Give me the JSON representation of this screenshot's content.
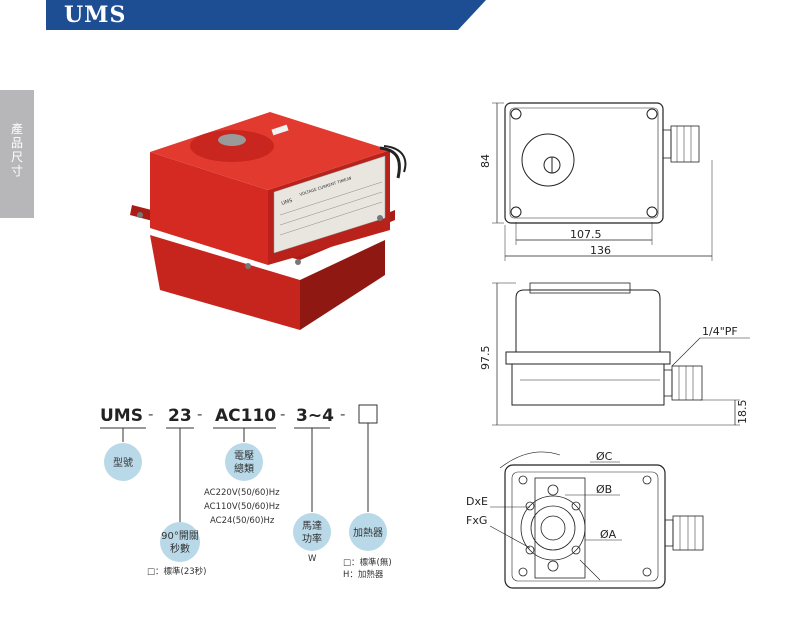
{
  "header": {
    "title": "UMS"
  },
  "side_tab": {
    "label": "產品尺寸"
  },
  "model_code": {
    "segments": [
      "UMS",
      "23",
      "AC110",
      "3~4"
    ],
    "separator": "-"
  },
  "labels": {
    "type": "型號",
    "voltage_line1": "電壓",
    "voltage_line2": "總類",
    "voltage_options": [
      "AC220V(50/60)Hz",
      "AC110V(50/60)Hz",
      "AC24(50/60)Hz"
    ],
    "seconds_line1": "90°開關",
    "seconds_line2": "秒數",
    "seconds_note": "□：標準(23秒)",
    "motor_line1": "馬達",
    "motor_line2": "功率",
    "motor_unit": "W",
    "heater": "加熱器",
    "heater_note1": "□：標準(無)",
    "heater_note2": "H：加熱器"
  },
  "dimensions": {
    "top_height": "84",
    "top_inner_width": "107.5",
    "top_outer_width": "136",
    "side_height": "97.5",
    "side_base": "18.5",
    "conduit": "1/4\"PF",
    "bottom_c": "ØC",
    "bottom_b": "ØB",
    "bottom_a": "ØA",
    "bottom_dxe": "DxE",
    "bottom_fxg": "FxG"
  },
  "product_label": {
    "brand": "UMS",
    "header": "VOLTAGE  CURRENT  TIME/W"
  },
  "colors": {
    "header_blue": "#1d4e94",
    "actuator_red": "#d42a21",
    "bubble_blue": "#b9d9e8",
    "side_tab_gray": "#b7b7b9"
  }
}
